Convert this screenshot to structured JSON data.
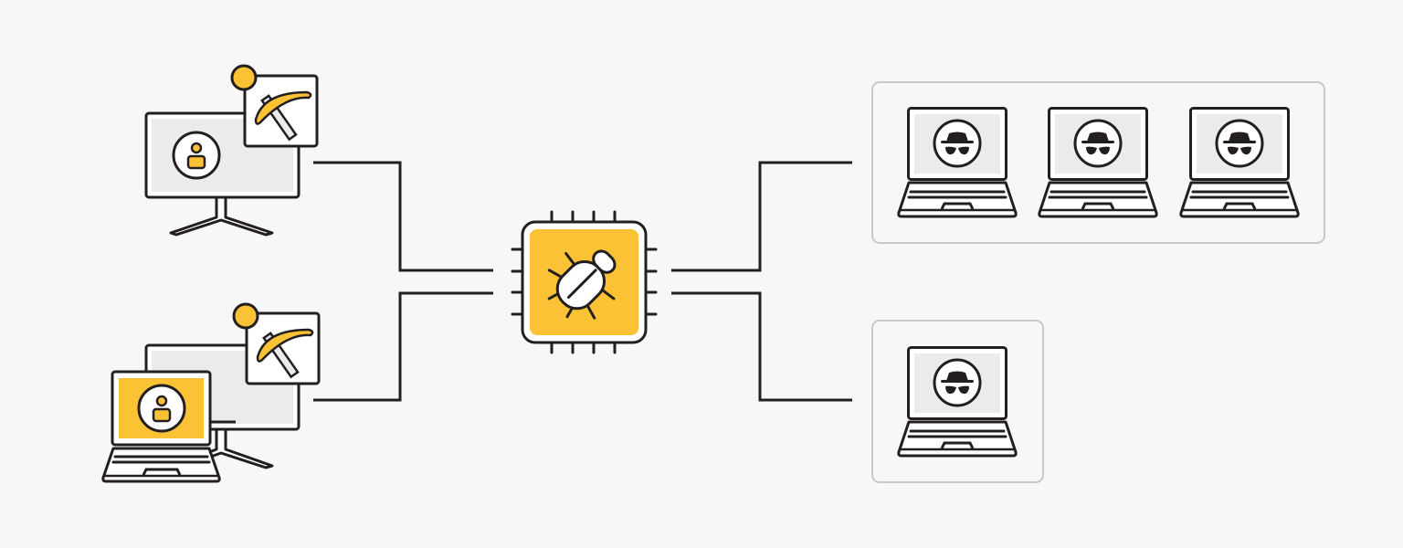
{
  "colors": {
    "background": "#f7f7f7",
    "stroke": "#231f20",
    "accent": "#fbc236",
    "screen": "#ebebeb",
    "group_border": "#c8c8c8"
  },
  "nodes": {
    "miners": [
      {
        "device": "desktop-monitor",
        "icons": [
          "user-icon",
          "pickaxe-icon"
        ]
      },
      {
        "device": "laptop-and-monitor",
        "icons": [
          "user-icon",
          "pickaxe-icon"
        ]
      }
    ],
    "center": {
      "icon": "bug-chip-icon"
    },
    "targets": [
      {
        "group": "group-of-three",
        "devices": 3,
        "icon": "hacker-icon"
      },
      {
        "group": "single",
        "devices": 1,
        "icon": "hacker-icon"
      }
    ]
  }
}
